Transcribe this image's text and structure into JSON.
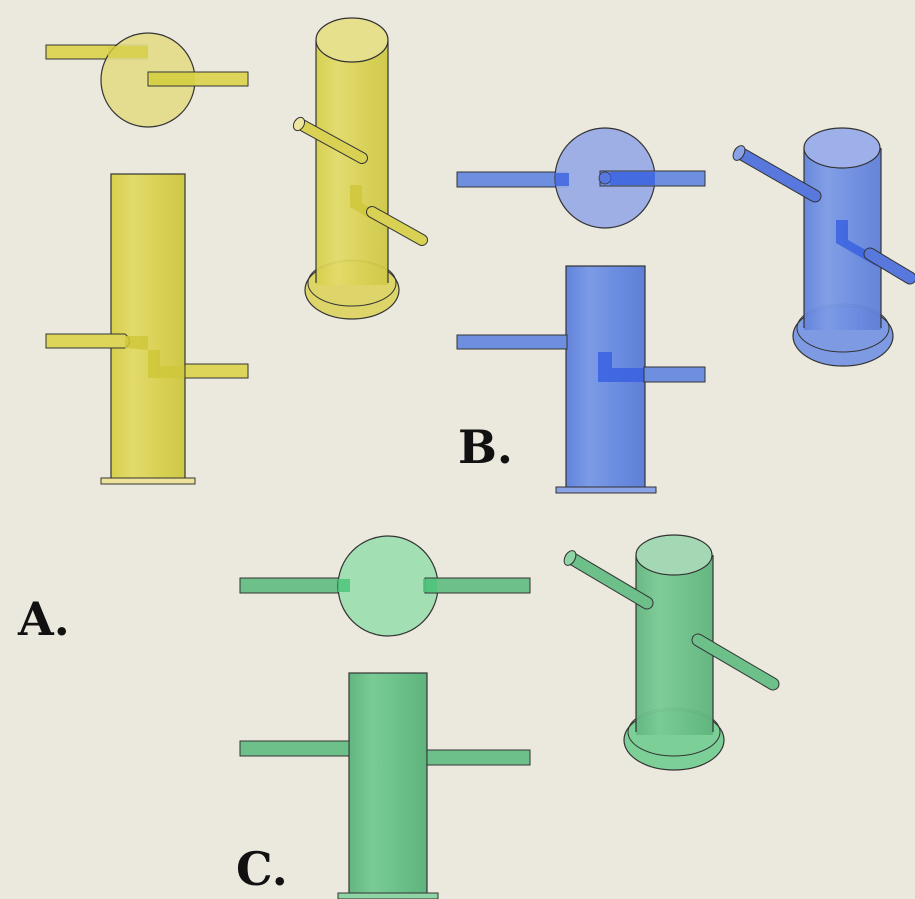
{
  "figure": {
    "background": "#ebe9de",
    "panels": [
      {
        "id": "A",
        "label": "A.",
        "color": {
          "fill": "#dcd55a",
          "light": "#e3dc86",
          "accent": "#c8c02c"
        }
      },
      {
        "id": "B",
        "label": "B.",
        "color": {
          "fill": "#6e8fe0",
          "light": "#9aace6",
          "accent": "#3a62e0"
        }
      },
      {
        "id": "C",
        "label": "C.",
        "color": {
          "fill": "#6dc08a",
          "light": "#a2e0b4",
          "accent": "#4ec47a"
        }
      }
    ]
  }
}
